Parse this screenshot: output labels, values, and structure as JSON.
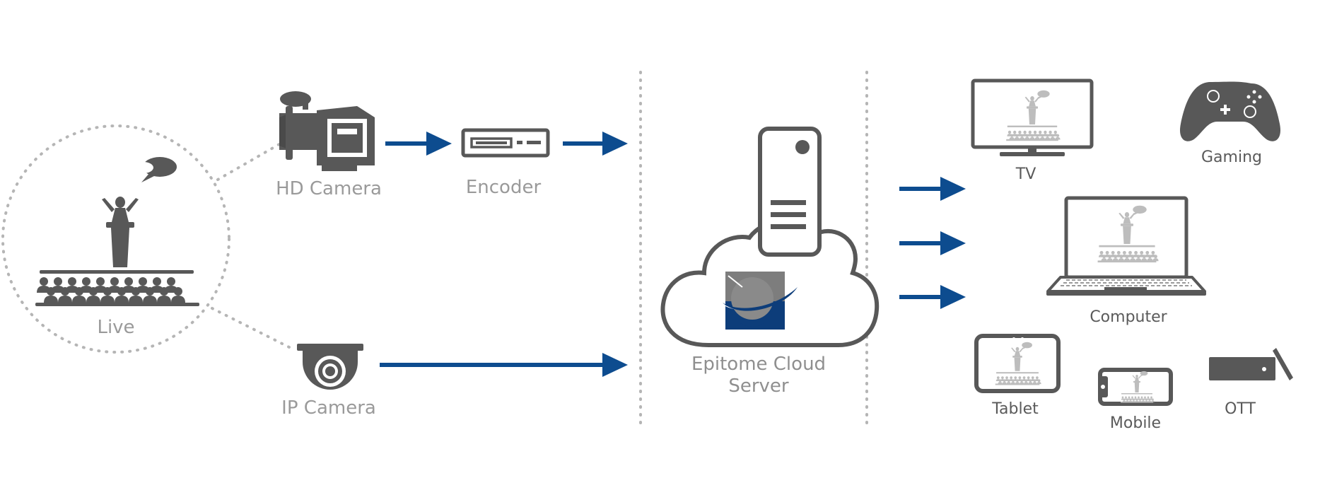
{
  "colors": {
    "arrow": "#0d4c8f",
    "icon": "#585858",
    "icon_light": "#bdbdbd",
    "dots": "#b5b5b5",
    "label_light": "#9a9a9a",
    "label_dark": "#5a5a5a",
    "logo_dark": "#0d3d7a",
    "logo_sphere": "#7d7d7d"
  },
  "nodes": {
    "live": {
      "label": "Live",
      "icon": "speaker-audience-icon"
    },
    "hd_camera": {
      "label": "HD Camera",
      "icon": "video-camera-icon"
    },
    "encoder": {
      "label": "Encoder",
      "icon": "encoder-icon"
    },
    "ip_camera": {
      "label": "IP Camera",
      "icon": "dome-camera-icon"
    },
    "server": {
      "label": "Epitome Cloud Server",
      "icon": "cloud-server-icon"
    }
  },
  "devices": {
    "tv": {
      "label": "TV",
      "icon": "tv-icon"
    },
    "gaming": {
      "label": "Gaming",
      "icon": "gamepad-icon"
    },
    "computer": {
      "label": "Computer",
      "icon": "laptop-icon"
    },
    "tablet": {
      "label": "Tablet",
      "icon": "tablet-icon"
    },
    "mobile": {
      "label": "Mobile",
      "icon": "mobile-icon"
    },
    "ott": {
      "label": "OTT",
      "icon": "ott-stick-icon"
    }
  }
}
